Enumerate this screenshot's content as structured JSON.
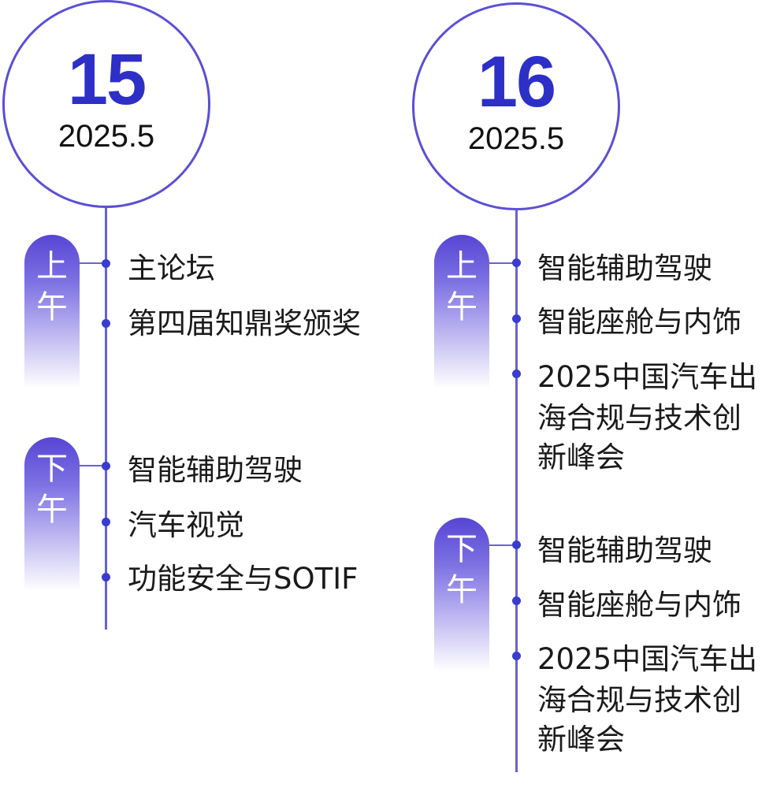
{
  "days": [
    {
      "day": "15",
      "date": "2025.5",
      "sessions": [
        {
          "label_chars": [
            "上",
            "午"
          ],
          "items": [
            "主论坛",
            "第四届知鼎奖颁奖"
          ]
        },
        {
          "label_chars": [
            "下",
            "午"
          ],
          "items": [
            "智能辅助驾驶",
            "汽车视觉",
            "功能安全与SOTIF"
          ]
        }
      ]
    },
    {
      "day": "16",
      "date": "2025.5",
      "sessions": [
        {
          "label_chars": [
            "上",
            "午"
          ],
          "items": [
            "智能辅助驾驶",
            "智能座舱与内饰",
            [
              "2025中国汽车出",
              "海合规与技术创",
              "新峰会"
            ]
          ]
        },
        {
          "label_chars": [
            "下",
            "午"
          ],
          "items": [
            "智能辅助驾驶",
            "智能座舱与内饰",
            [
              "2025中国汽车出",
              "海合规与技术创",
              "新峰会"
            ]
          ]
        }
      ]
    }
  ],
  "colors": {
    "accent": "#2d2fc7",
    "line": "#6a5fd8",
    "tag_top": "#5646d4"
  }
}
